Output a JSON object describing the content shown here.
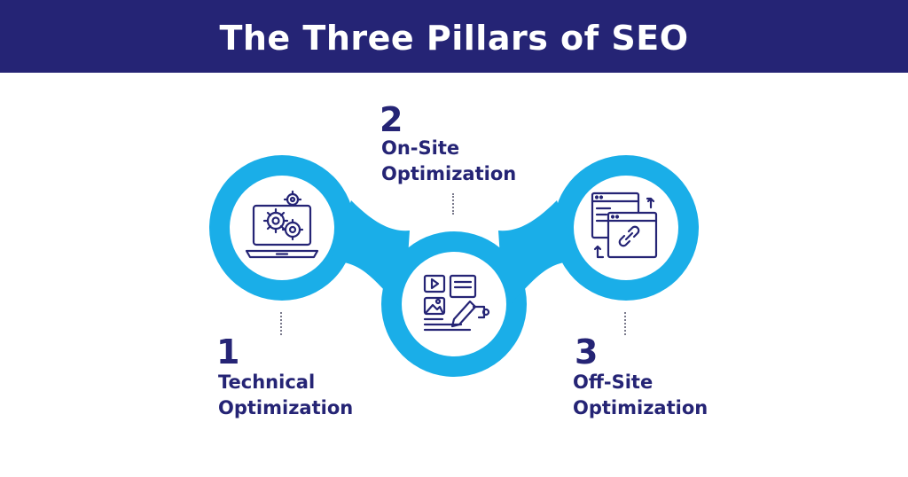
{
  "title": "The Three Pillars of SEO",
  "colors": {
    "header_bg": "#252475",
    "accent": "#1aaee8",
    "text": "#252475",
    "icon_stroke": "#252475"
  },
  "pillars": [
    {
      "number": "1",
      "label_line1": "Technical",
      "label_line2": "Optimization",
      "icon": "laptop-gears-icon"
    },
    {
      "number": "2",
      "label_line1": "On-Site",
      "label_line2": "Optimization",
      "icon": "content-editing-icon"
    },
    {
      "number": "3",
      "label_line1": "Off-Site",
      "label_line2": "Optimization",
      "icon": "browser-link-icon"
    }
  ]
}
